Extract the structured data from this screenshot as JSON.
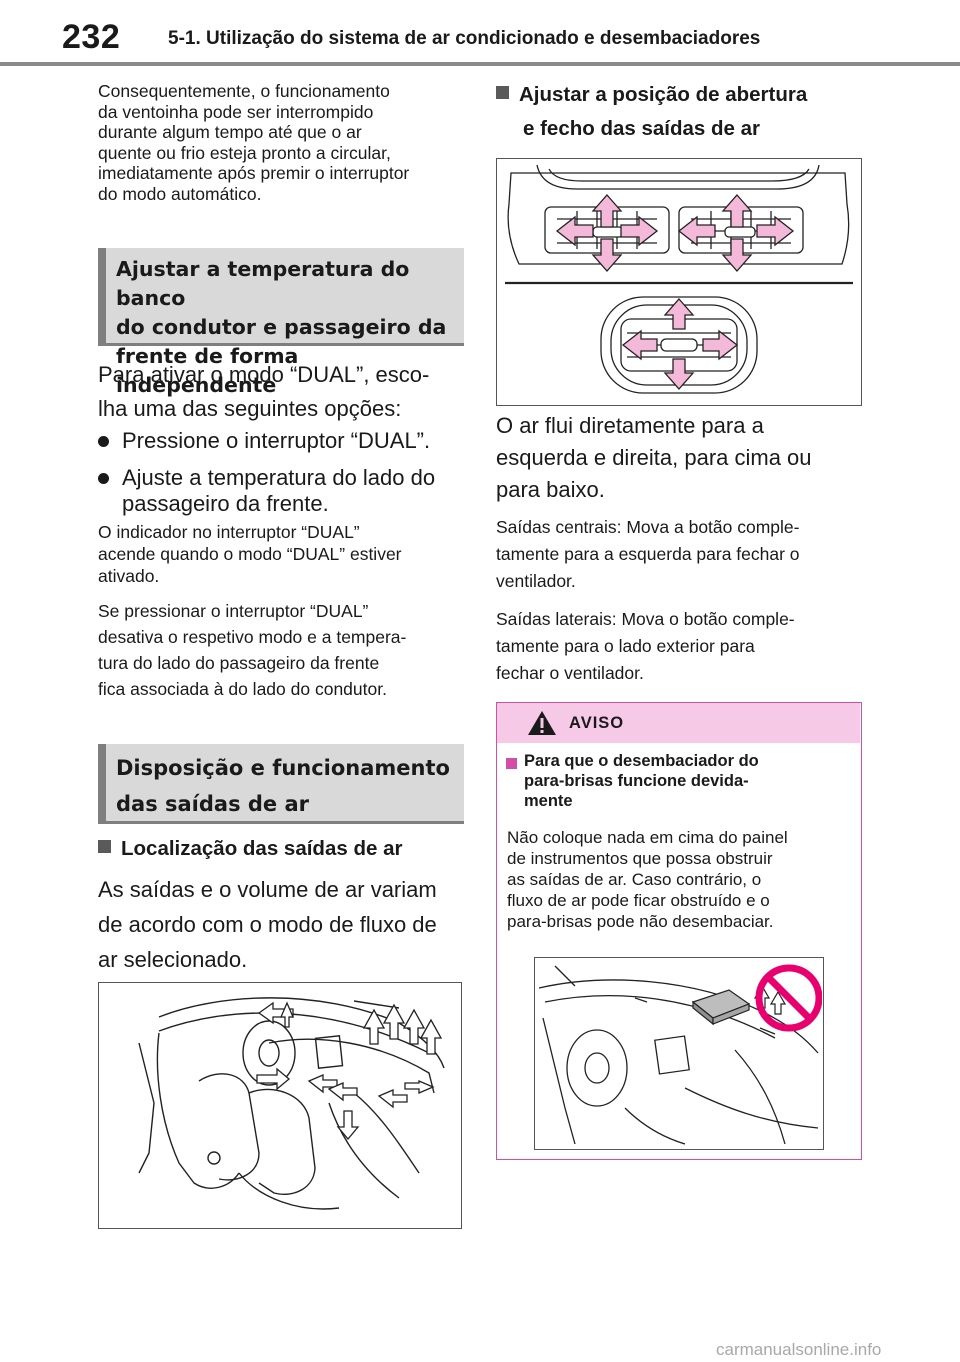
{
  "header": {
    "page_number": "232",
    "title": "5-1. Utilização do sistema de ar condicionado e desembaciadores"
  },
  "left": {
    "intro_lines": [
      "Consequentemente, o funcionamento",
      "da ventoinha pode ser interrompido",
      "durante algum tempo até que o ar",
      "quente ou frio esteja pronto a circular,",
      "imediatamente após premir o interruptor",
      "do modo automático."
    ],
    "section1_lines": [
      "Ajustar a temperatura do banco",
      "do condutor e passageiro da",
      "frente de forma independente"
    ],
    "dual_lines": [
      "Para ativar o modo “DUAL”, esco-",
      "lha uma das seguintes opções:"
    ],
    "bullet1": "Pressione o interruptor “DUAL”.",
    "bullet2_lines": [
      "Ajuste a temperatura do lado do",
      "passageiro da frente."
    ],
    "note1_lines": [
      "O indicador no interruptor “DUAL”",
      "acende quando o modo “DUAL” estiver",
      "ativado."
    ],
    "note2_lines": [
      "Se pressionar o interruptor “DUAL”",
      "desativa o respetivo modo e a tempera-",
      "tura do lado do passageiro da frente",
      "fica associada à do lado do condutor."
    ],
    "section2_lines": [
      "Disposição e funcionamento",
      "das saídas de ar"
    ],
    "subhead": "Localização das saídas de ar",
    "vol_lines": [
      "As saídas e o volume de ar variam",
      "de acordo com o modo de fluxo de",
      "ar selecionado."
    ]
  },
  "right": {
    "subhead_lines": [
      "Ajustar a posição de abertura",
      "e fecho das saídas de ar"
    ],
    "flow_lines": [
      "O ar flui diretamente para a",
      "esquerda e direita, para cima ou",
      "para baixo."
    ],
    "central_lines": [
      "Saídas centrais: Mova a botão comple-",
      "tamente para a esquerda para fechar o",
      "ventilador."
    ],
    "lateral_lines": [
      "Saídas laterais: Mova o botão comple-",
      "tamente para o lado exterior para",
      "fechar o ventilador."
    ]
  },
  "aviso": {
    "title": "AVISO",
    "sub_lines": [
      "Para que o desembaciador do",
      "para-brisas funcione devida-",
      "mente"
    ],
    "text_lines": [
      "Não coloque nada em cima do painel",
      "de instrumentos que possa obstruir",
      "as saídas de ar. Caso contrário, o",
      "fluxo de ar pode ficar obstruído e o",
      "para-brisas pode não desembaciar."
    ]
  },
  "icons": {
    "warning": "warning-triangle-icon",
    "prohibited": "prohibited-sign-icon"
  },
  "colors": {
    "aviso_border": "#d24ea8",
    "aviso_header": "#f6c9e6",
    "vent_arrow": "#f4b9d8",
    "prohibited": "#e8006f",
    "section_bg": "#d9d9d9"
  },
  "watermark": "carmanualsonline.info"
}
